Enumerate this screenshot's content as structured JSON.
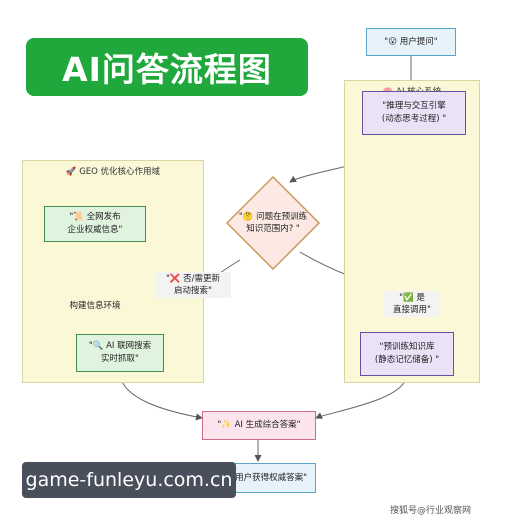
{
  "title": "AI问答流程图",
  "lanes": {
    "geo": "🚀 GEO 优化核心作用域",
    "ai_core": "🧠 AI 核心系统"
  },
  "nodes": {
    "user_question": "\"😮 用户提问\"",
    "reasoning": [
      "\"推理与交互引擎",
      "(动态思考过程) \""
    ],
    "decision": [
      "\"🤔 问题在预训练",
      "知识范围内? \""
    ],
    "publish": [
      "\"📜 全网发布",
      "企业权威信息\""
    ],
    "web_search": [
      "\"🔍 AI 联网搜索",
      "实时抓取\""
    ],
    "pretrained": [
      "\"预训练知识库",
      "(静态记忆储备) \""
    ],
    "generate": "\"✨ AI 生成综合答案\"",
    "user_gets": "用户获得权威答案\""
  },
  "edge_labels": {
    "no": [
      "\"❌ 否/需更新",
      "启动搜索\""
    ],
    "yes": [
      "\"✅ 是",
      "直接调用\""
    ],
    "build": "构建信息环境"
  },
  "watermark": "game-funleyu.com.cn",
  "credit": "搜狐号@行业观察网",
  "colors": {
    "title_bg": "#20a83c",
    "lane_bg": "#fbf8d8",
    "green_node": "#dff3df",
    "purple_node": "#eae2f7",
    "decision": "#fce9e4"
  }
}
